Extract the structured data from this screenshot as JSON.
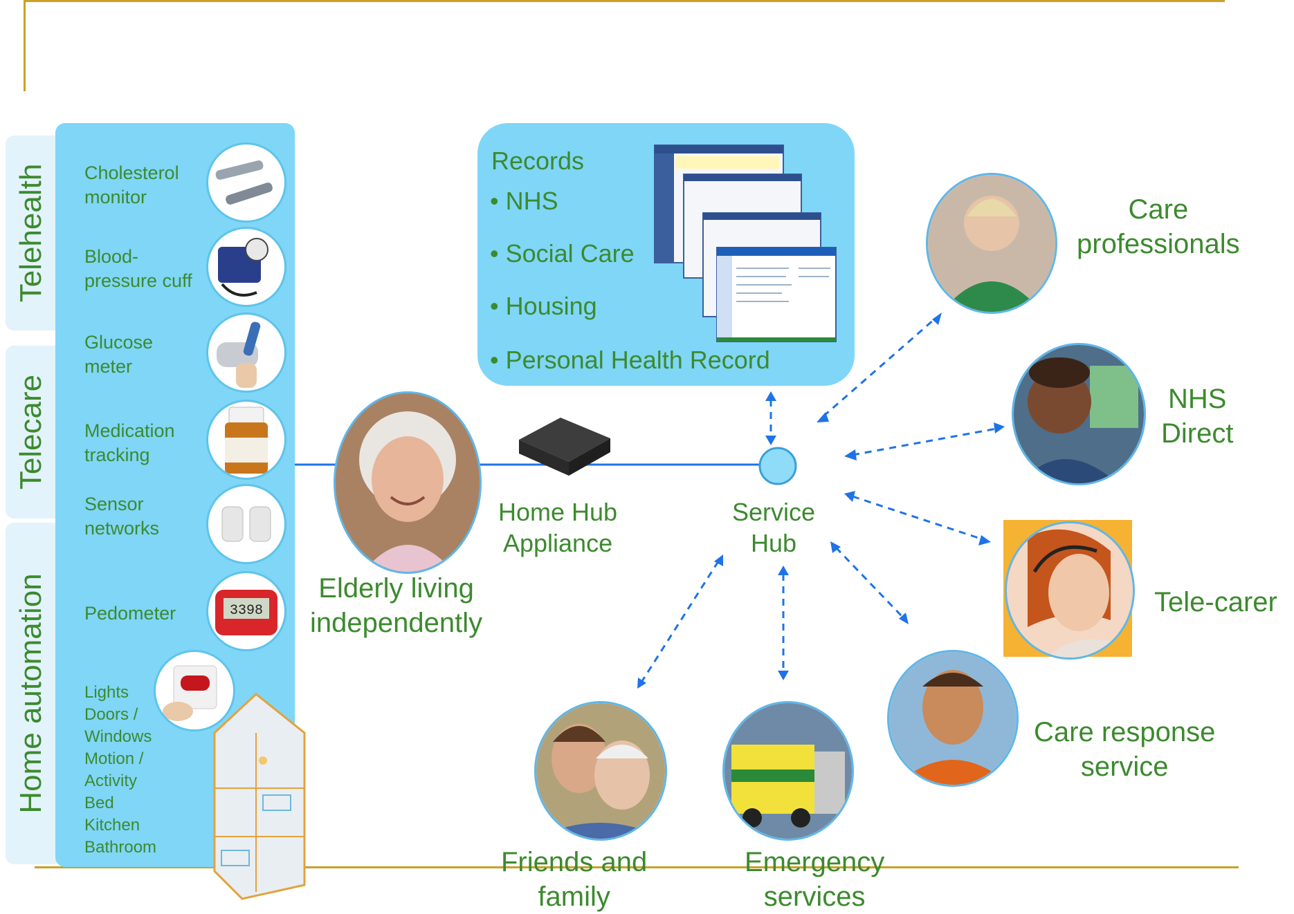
{
  "side_tabs": [
    "Telehealth",
    "Telecare",
    "Home automation"
  ],
  "devices": [
    {
      "label": "Cholesterol\nmonitor",
      "icon": "cholesterol-monitor-icon"
    },
    {
      "label": "Blood-\npressure cuff",
      "icon": "blood-pressure-cuff-icon"
    },
    {
      "label": "Glucose\nmeter",
      "icon": "glucose-meter-icon"
    },
    {
      "label": "Medication\ntracking",
      "icon": "medication-bottle-icon"
    },
    {
      "label": "Sensor\nnetworks",
      "icon": "sensor-icon"
    },
    {
      "label": "Pedometer",
      "icon": "pedometer-icon",
      "display": "3398"
    }
  ],
  "home_automation_items": [
    "Lights",
    "Doors /",
    "Windows",
    "Motion /",
    "Activity",
    "Bed",
    "Kitchen",
    "Bathroom"
  ],
  "records": {
    "title": "Records",
    "items": [
      "NHS",
      "Social Care",
      "Housing",
      "Personal Health Record"
    ]
  },
  "nodes": {
    "elderly": "Elderly living\nindependently",
    "home_hub": "Home Hub\nAppliance",
    "service_hub": "Service\nHub",
    "care_professionals": "Care\nprofessionals",
    "nhs_direct": "NHS\nDirect",
    "tele_carer": "Tele-carer",
    "care_response": "Care response\nservice",
    "friends_family": "Friends and\nfamily",
    "emergency": "Emergency\nservices"
  },
  "colors": {
    "panel": "#7fd6f7",
    "text": "#3c8a2e",
    "accent_line": "#c9a227",
    "connector": "#1e73e8",
    "tab_bg": "#e3f3fb"
  }
}
